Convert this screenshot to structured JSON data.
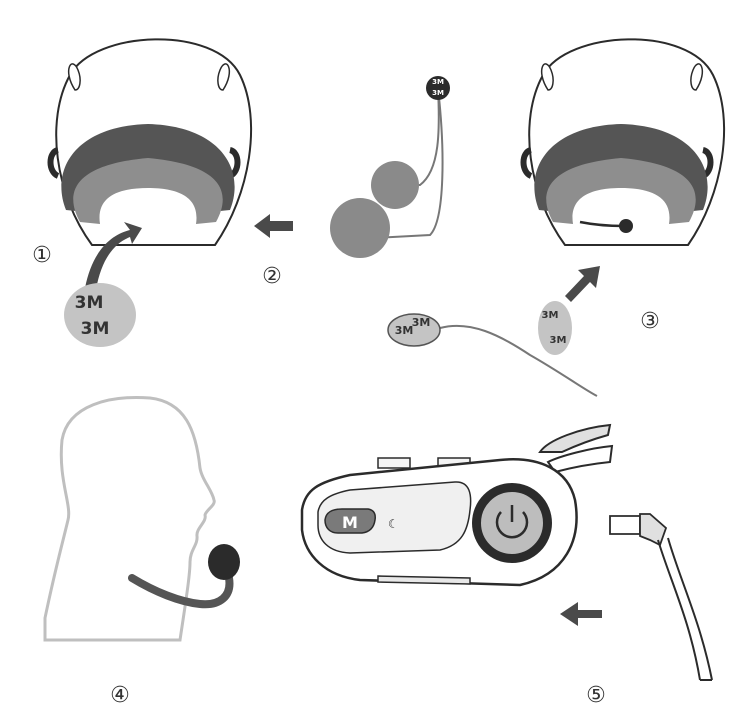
{
  "steps": [
    {
      "label": "①"
    },
    {
      "label": "②"
    },
    {
      "label": "③"
    },
    {
      "label": "④"
    },
    {
      "label": "⑤"
    }
  ],
  "pads": {
    "large_top": "3M",
    "large_bottom": "3M",
    "wire_top": "3M",
    "wire_bottom": "3M",
    "small_a": "3M",
    "small_b": "3M",
    "mic_pad_a": "3M",
    "mic_pad_b": "3M"
  },
  "device": {
    "logo": "M",
    "mode_glyph": "☾"
  },
  "colors": {
    "line": "#2b2b2b",
    "padding_dark": "#555555",
    "padding_light": "#8e8e8e",
    "speaker": "#8a8a8a",
    "arrow": "#4a4a4a",
    "face": "#bfbfbf",
    "pad_fill": "#c4c4c4"
  }
}
